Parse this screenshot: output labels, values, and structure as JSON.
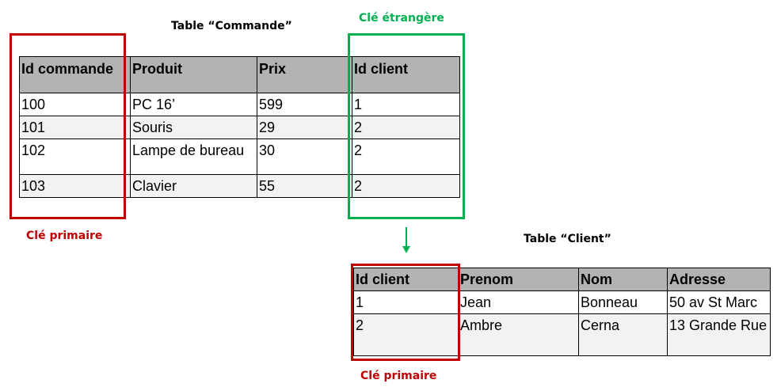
{
  "commande": {
    "title": "Table “Commande”",
    "headers": [
      "Id commande",
      "Produit",
      "Prix",
      "Id client"
    ],
    "rows": [
      [
        "100",
        "PC 16’",
        "599",
        "1"
      ],
      [
        "101",
        "Souris",
        "29",
        "2"
      ],
      [
        "102",
        "Lampe de bureau",
        "30",
        "2"
      ],
      [
        "103",
        "Clavier",
        "55",
        "2"
      ]
    ]
  },
  "client": {
    "title": "Table “Client”",
    "headers": [
      "Id client",
      "Prenom",
      "Nom",
      "Adresse"
    ],
    "rows": [
      [
        "1",
        "Jean",
        "Bonneau",
        "50 av St Marc"
      ],
      [
        "2",
        "Ambre",
        "Cerna",
        "13 Grande Rue"
      ]
    ]
  },
  "labels": {
    "primary_key_commande": "Clé primaire",
    "foreign_key": "Clé étrangère",
    "primary_key_client": "Clé primaire"
  },
  "colors": {
    "primary_key": "#c00000",
    "foreign_key": "#00b050",
    "header_bg": "#b3b3b3",
    "row_alt_bg": "#f2f2f2"
  }
}
